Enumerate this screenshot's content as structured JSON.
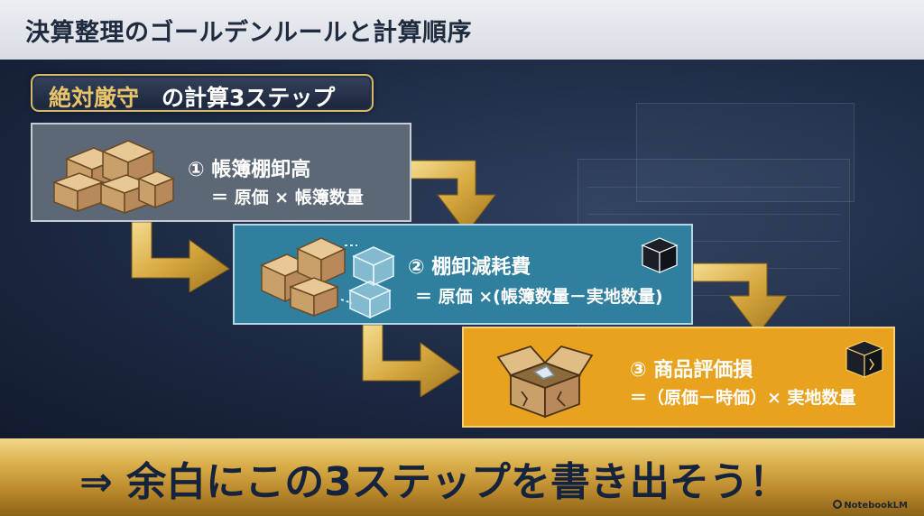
{
  "header": {
    "title": "決算整理のゴールデンルールと計算順序"
  },
  "badge": {
    "highlight": "絶対厳守",
    "rest": "の計算3ステップ"
  },
  "steps": [
    {
      "title": "① 帳簿棚卸高",
      "formula": "＝ 原価 × 帳簿数量"
    },
    {
      "title": "② 棚卸減耗費",
      "formula": "＝ 原価 ×(帳簿数量－実地数量)"
    },
    {
      "title": "③ 商品評価損",
      "formula": "＝（原価－時価）× 実地数量"
    }
  ],
  "footer": {
    "text": "⇒ 余白にこの3ステップを書き出そう！"
  },
  "brand": {
    "label": "NotebookLM"
  },
  "icons": [
    "stacked-boxes-icon",
    "boxes-shrinking-icon",
    "open-damaged-box-icon",
    "cube-icon",
    "broken-cube-icon",
    "gold-arrow-icon"
  ],
  "colors": {
    "gold": "#d7b867",
    "step1": "#5d6877",
    "step2": "#2f7f9e",
    "step3": "#e8a21e",
    "navy": "#1c2a44"
  }
}
